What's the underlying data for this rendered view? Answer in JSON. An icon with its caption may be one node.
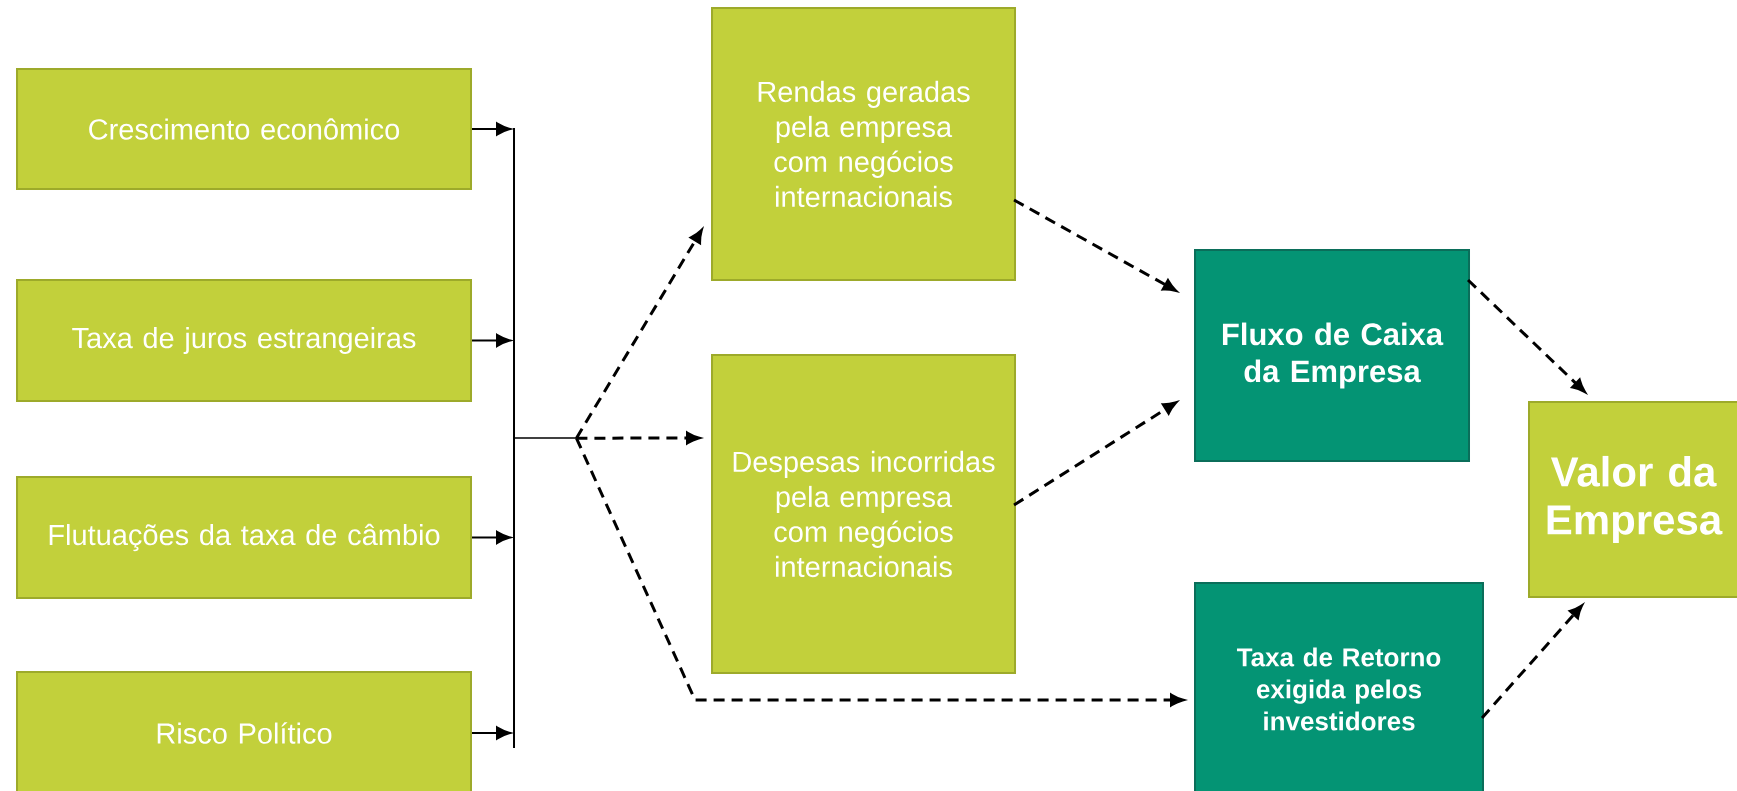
{
  "diagram": {
    "nodes": [
      {
        "text": [
          "Crescimento econômico"
        ]
      },
      {
        "text": [
          "Taxa de juros estrangeiras"
        ]
      },
      {
        "text": [
          "Flutuações da taxa de câmbio"
        ]
      },
      {
        "text": [
          "Risco Político"
        ]
      },
      {
        "text": [],
        "shape": "bar"
      },
      {
        "text": [
          "Rendas geradas pela empresa com negócios internacionais"
        ]
      },
      {
        "text": [
          "Despesas incorridas pela empresa com negócios internacionais"
        ]
      },
      {
        "text": [
          "Fluxo de Caixa da Empresa"
        ]
      },
      {
        "text": [
          "Taxa de Retorno exigida pelos investidores"
        ]
      },
      {
        "text": [
          "Valor da Empresa"
        ]
      }
    ],
    "edges": [
      {
        "from": 0,
        "to": 4,
        "arrow": "to"
      },
      {
        "from": 1,
        "to": 4,
        "arrow": "to"
      },
      {
        "from": 2,
        "to": 4,
        "arrow": "to"
      },
      {
        "from": 3,
        "to": 4,
        "arrow": "to"
      },
      {
        "from": 4,
        "to": 5,
        "arrow": "to",
        "style": "dashed"
      },
      {
        "from": 4,
        "to": 6,
        "arrow": "to",
        "style": "dashed"
      },
      {
        "from": 4,
        "to": 8,
        "arrow": "to",
        "style": "dashed"
      },
      {
        "from": 5,
        "to": 7,
        "arrow": "to",
        "style": "dashed"
      },
      {
        "from": 6,
        "to": 7,
        "arrow": "to",
        "style": "dashed"
      },
      {
        "from": 7,
        "to": 9,
        "arrow": "to",
        "style": "dashed"
      },
      {
        "from": 8,
        "to": 9,
        "arrow": "to",
        "style": "dashed"
      }
    ]
  }
}
